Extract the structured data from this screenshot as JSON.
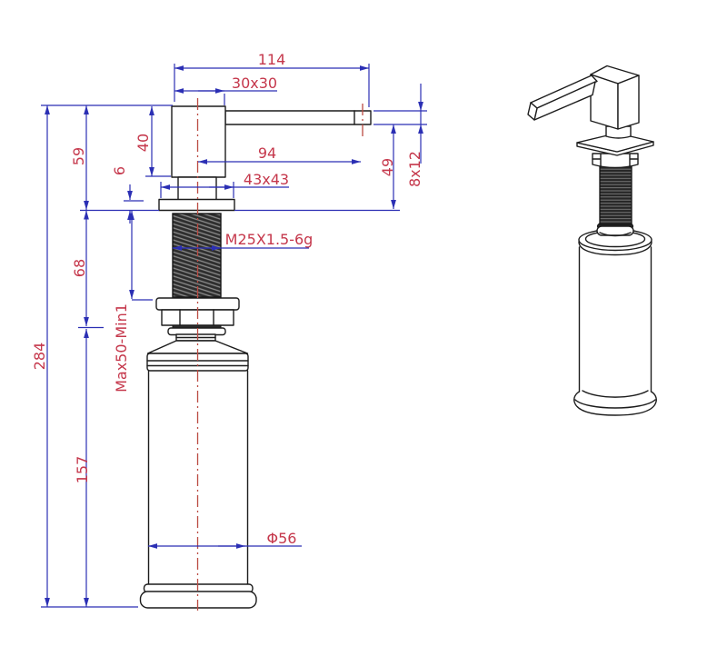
{
  "drawing": {
    "type": "technical-dimension-drawing",
    "subject": "kitchen soap dispenser pump",
    "views": [
      "front-orthographic-with-dimensions",
      "isometric-illustration"
    ]
  },
  "dimensions": {
    "total_width": "114",
    "head_section": "30x30",
    "head_height": "40",
    "spout_reach": "94",
    "spout_to_deck": "49",
    "outlet_section": "8x12",
    "above_deck": "59",
    "flange_thickness": "6",
    "flange_section": "43x43",
    "thread_spec": "M25X1.5-6g",
    "below_deck": "68",
    "total_height": "284",
    "clamp_range": "Max50-Min1",
    "bottle_height": "157",
    "bottle_diameter": "Φ56"
  },
  "colors": {
    "dimension_blue": "#2b2fb4",
    "label_red": "#c5374b",
    "outline_black": "#1c1c1c",
    "centerline_red": "#bb4a42",
    "thread_dark": "#2c2c2c"
  }
}
